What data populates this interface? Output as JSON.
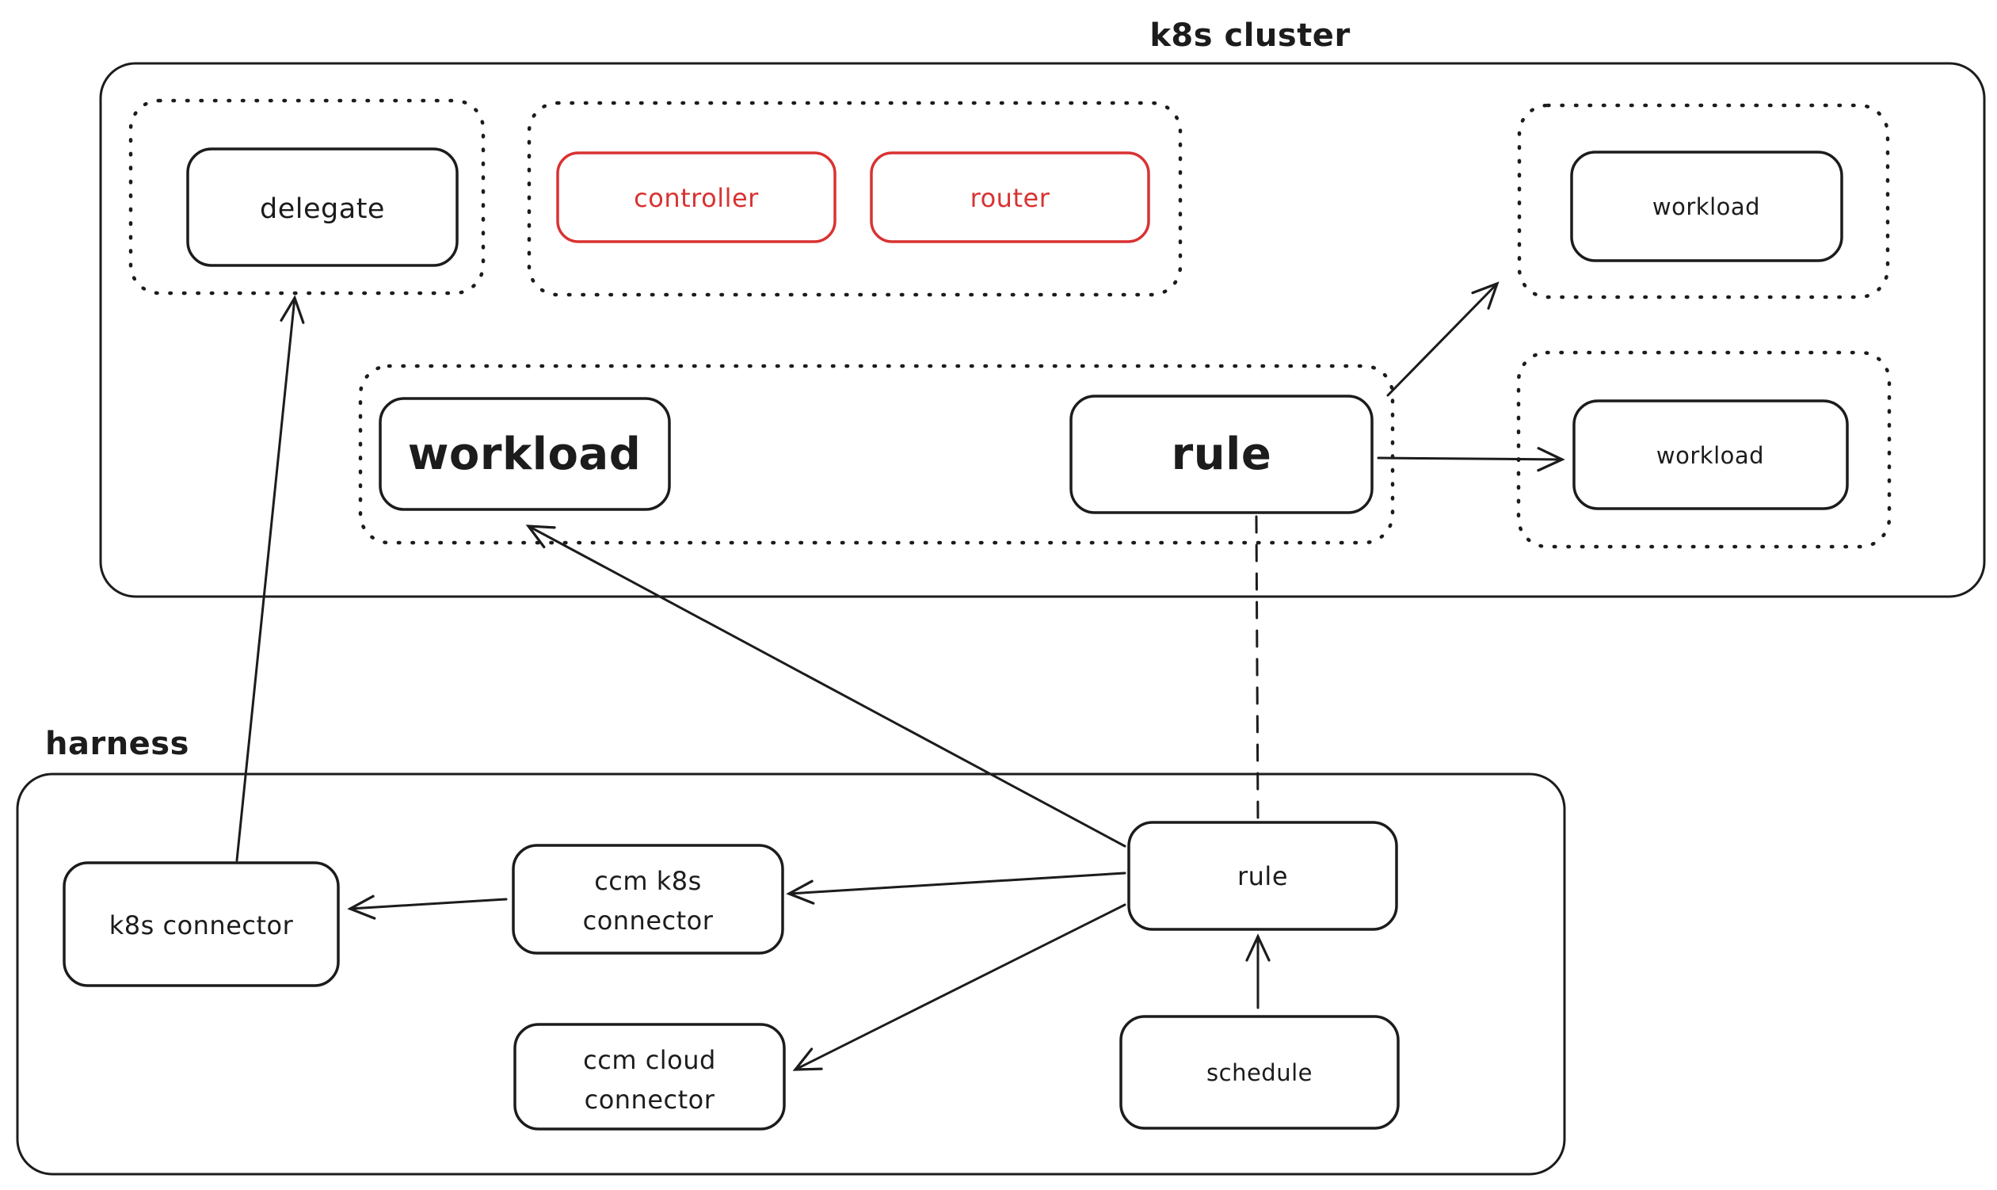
{
  "colors": {
    "background": "#ffffff",
    "ink": "#1c1c1c",
    "accent_red": "#d93232"
  },
  "groups": {
    "k8s_cluster": {
      "label": "k8s cluster"
    },
    "harness": {
      "label": "harness"
    }
  },
  "nodes": {
    "delegate": {
      "label": "delegate"
    },
    "controller": {
      "label": "controller",
      "color": "#d93232"
    },
    "router": {
      "label": "router",
      "color": "#d93232"
    },
    "workload_top_right": {
      "label": "workload"
    },
    "workload_right": {
      "label": "workload"
    },
    "workload_main": {
      "label": "workload"
    },
    "rule_cluster": {
      "label": "rule"
    },
    "k8s_connector": {
      "label": "k8s connector"
    },
    "ccm_k8s_connector": {
      "line1": "ccm k8s",
      "line2": "connector"
    },
    "ccm_cloud_connector": {
      "line1": "ccm cloud",
      "line2": "connector"
    },
    "rule_harness": {
      "label": "rule"
    },
    "schedule": {
      "label": "schedule"
    }
  },
  "edges": [
    {
      "from": "k8s connector",
      "to": "delegate group",
      "style": "solid-arrow"
    },
    {
      "from": "rule (harness)",
      "to": "workload (cluster)",
      "style": "solid-arrow"
    },
    {
      "from": "rule (harness)",
      "to": "ccm k8s connector",
      "style": "solid-arrow"
    },
    {
      "from": "rule (harness)",
      "to": "ccm cloud connector",
      "style": "solid-arrow"
    },
    {
      "from": "ccm k8s connector",
      "to": "k8s connector",
      "style": "solid-arrow"
    },
    {
      "from": "schedule",
      "to": "rule (harness)",
      "style": "solid-arrow"
    },
    {
      "from": "rule (cluster)",
      "to": "workload group (top right)",
      "style": "solid-arrow"
    },
    {
      "from": "rule (cluster)",
      "to": "workload (right)",
      "style": "solid-arrow"
    },
    {
      "from": "rule (cluster)",
      "to": "rule (harness)",
      "style": "dashed-line"
    }
  ]
}
